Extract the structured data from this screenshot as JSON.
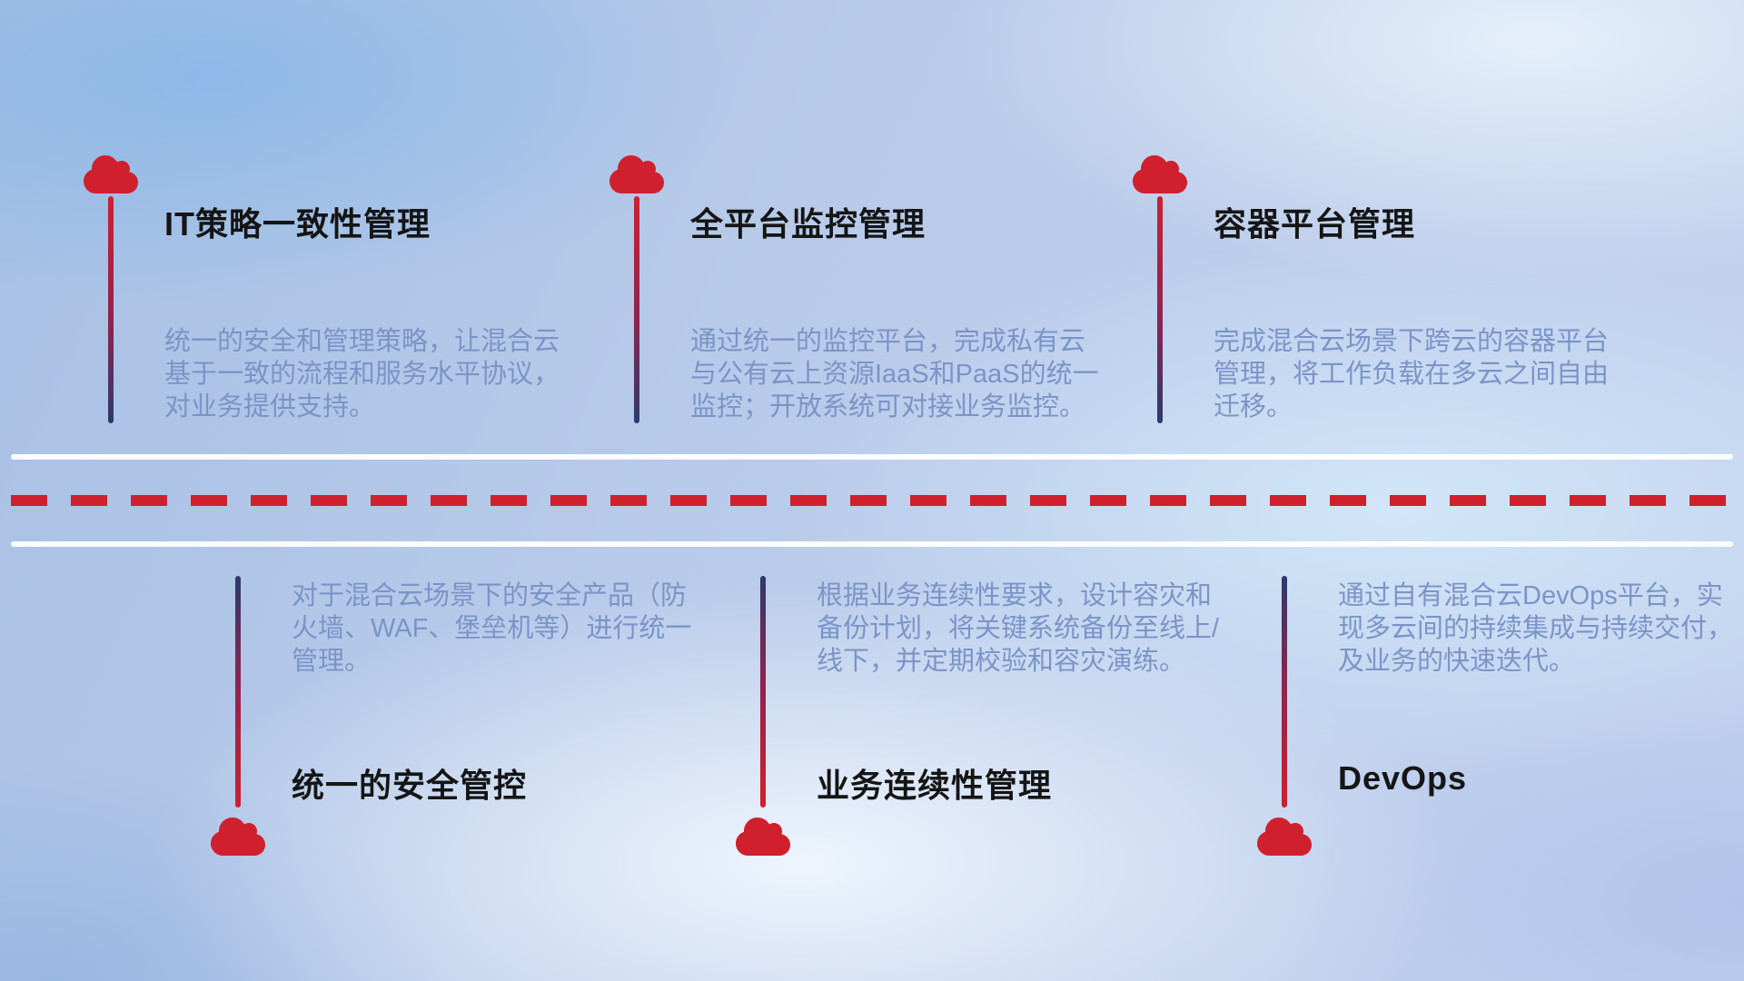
{
  "top_items": [
    {
      "title": "IT策略一致性管理",
      "desc": "统一的安全和管理策略，让混合云基于一致的流程和服务水平协议，对业务提供支持。"
    },
    {
      "title": "全平台监控管理",
      "desc": "通过统一的监控平台，完成私有云与公有云上资源IaaS和PaaS的统一监控；开放系统可对接业务监控。"
    },
    {
      "title": "容器平台管理",
      "desc": "完成混合云场景下跨云的容器平台管理，将工作负载在多云之间自由迁移。"
    }
  ],
  "bottom_items": [
    {
      "title": "统一的安全管控",
      "desc": "对于混合云场景下的安全产品（防火墙、WAF、堡垒机等）进行统一管理。"
    },
    {
      "title": "业务连续性管理",
      "desc": "根据业务连续性要求，设计容灾和备份计划，将关键系统备份至线上/线下，并定期校验和容灾演练。"
    },
    {
      "title": "DevOps",
      "desc": "通过自有混合云DevOps平台，实现多云间的持续集成与持续交付，及业务的快速迭代。"
    }
  ],
  "colors": {
    "accent_red": "#d0202e",
    "accent_navy": "#2b3a6b",
    "description_text": "#7b94c7",
    "title_text": "#151515",
    "road_line": "#ffffff"
  }
}
